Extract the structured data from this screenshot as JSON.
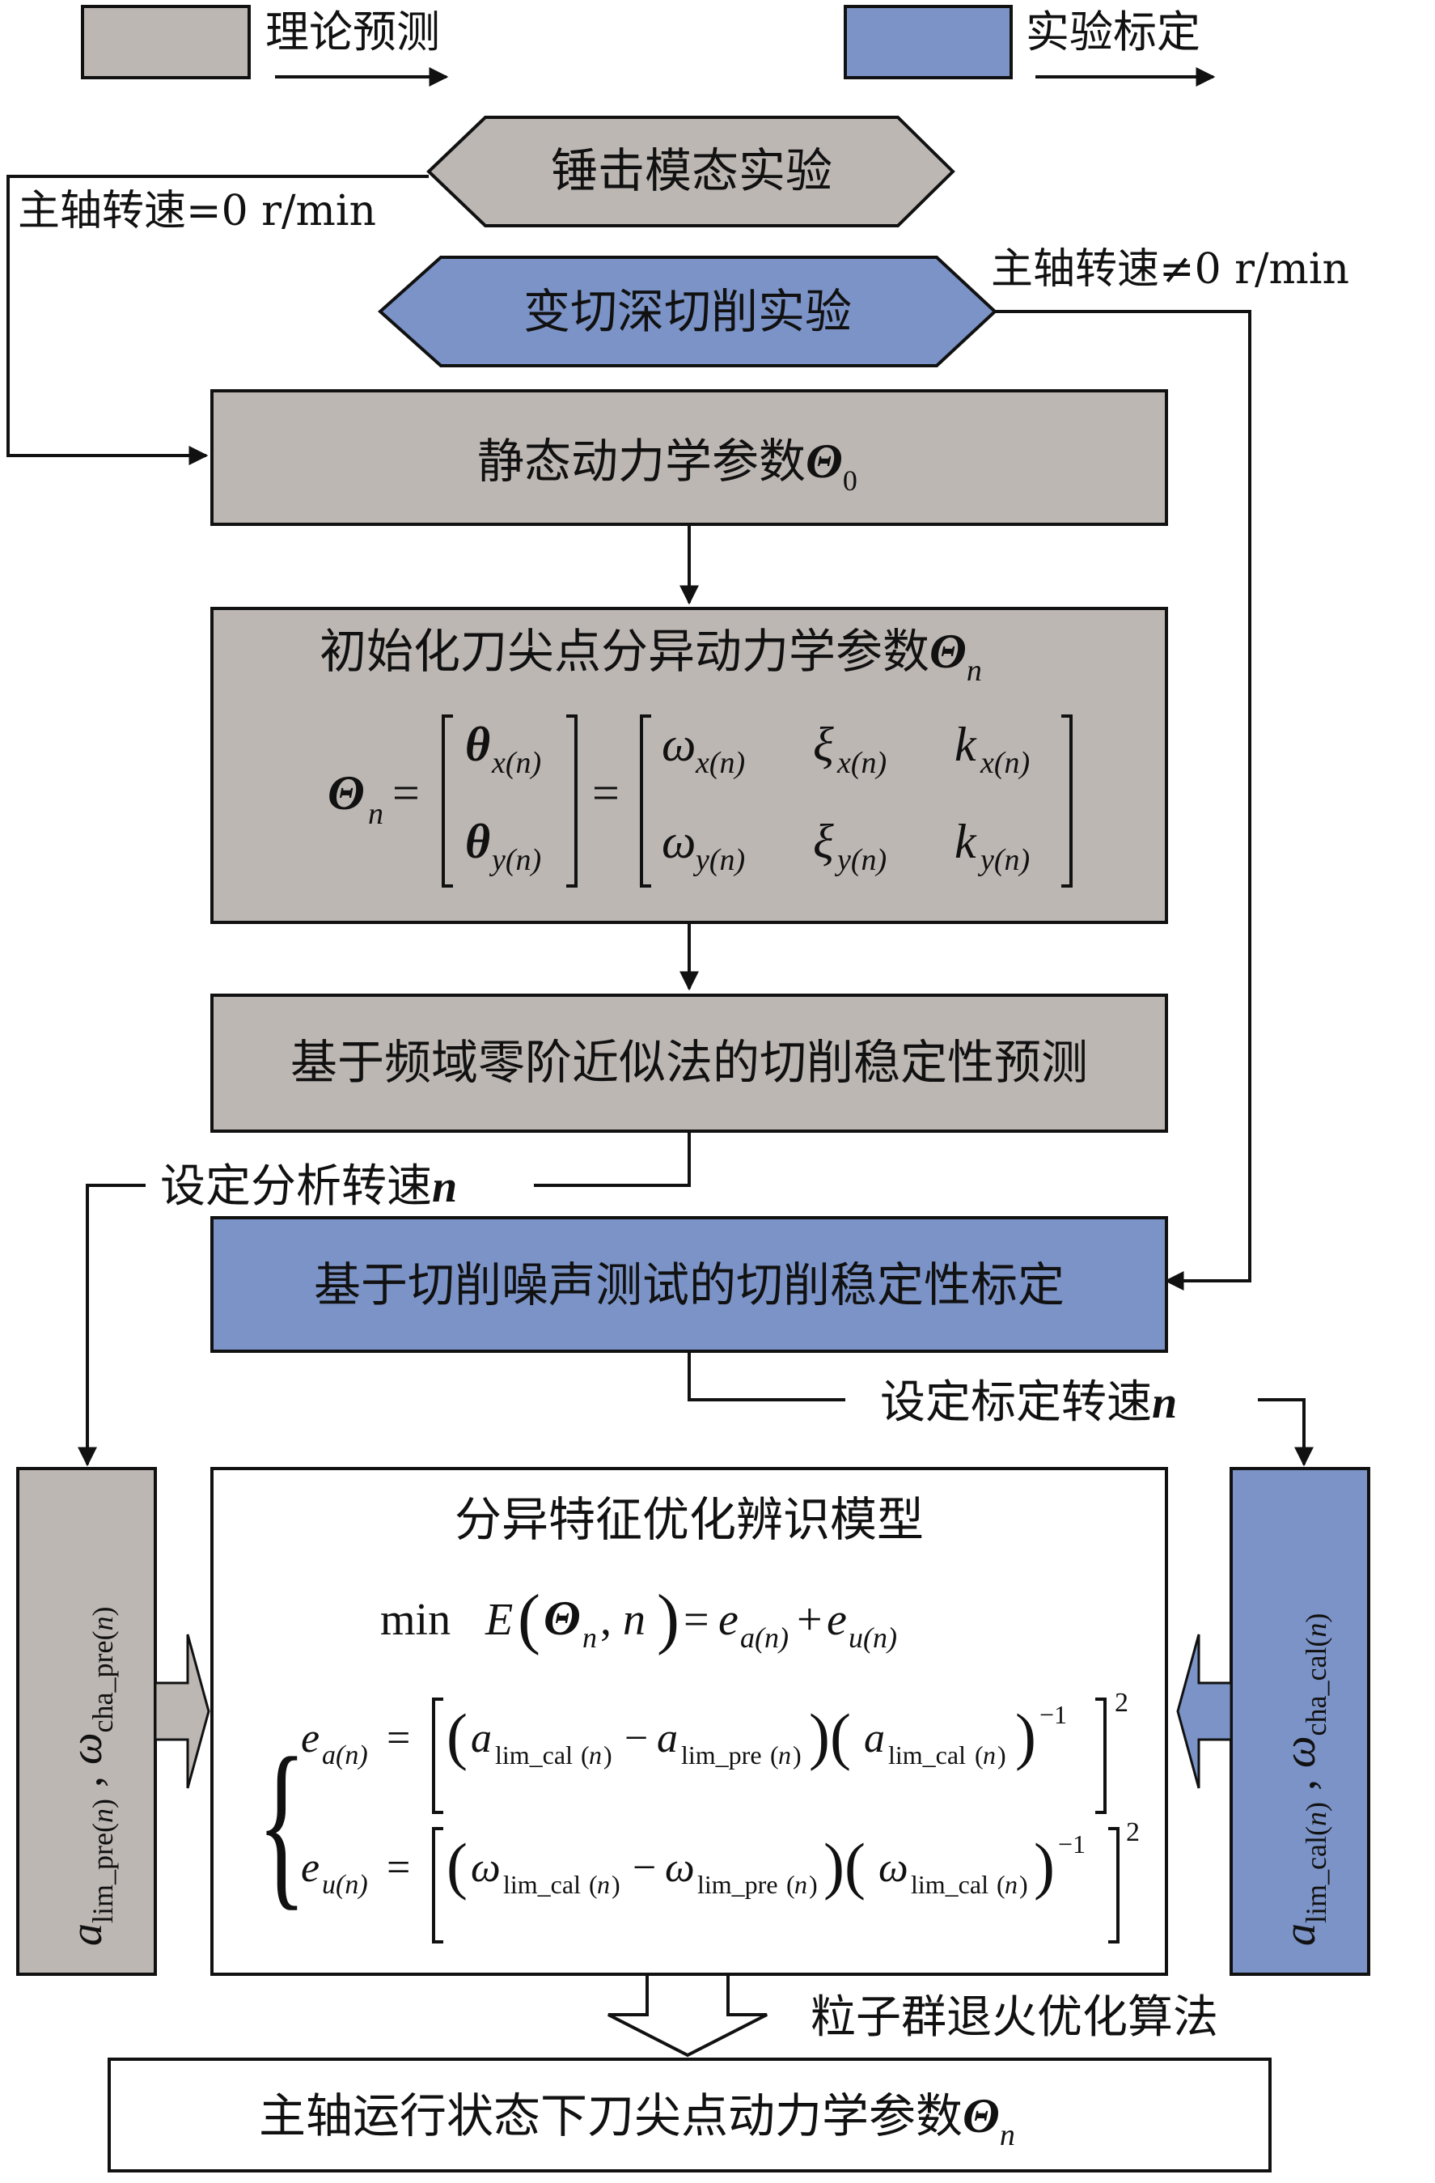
{
  "legend": {
    "theory": {
      "label": "理论预测",
      "color": "#bdb7b4"
    },
    "experiment": {
      "label": "实验标定",
      "color": "#7b93c7"
    }
  },
  "nodes": {
    "hammer": "锤击模态实验",
    "cutting_exp": "变切深切削实验",
    "static_params": "静态动力学参数",
    "init_params": "初始化刀尖点分异动力学参数",
    "prediction": "基于频域零阶近似法的切削稳定性预测",
    "calibration": "基于切削噪声测试的切削稳定性标定",
    "model_title": "分异特征优化辨识模型",
    "final": "主轴运行状态下刀尖点动力学参数"
  },
  "edge_labels": {
    "speed_zero": "主轴转速=0 r/min",
    "speed_nonzero": "主轴转速≠0  r/min",
    "set_analysis_speed": "设定分析转速",
    "set_calib_speed": "设定标定转速",
    "algorithm": "粒子群退火优化算法"
  },
  "symbols": {
    "theta": "Θ",
    "sub0": "0",
    "subn": "n",
    "var_n": "n"
  },
  "side_labels": {
    "left": "a_lim_pre(n) , ω_cha_pre(n)",
    "right": "a_lim_cal(n) , ω_cha_cal(n)"
  }
}
